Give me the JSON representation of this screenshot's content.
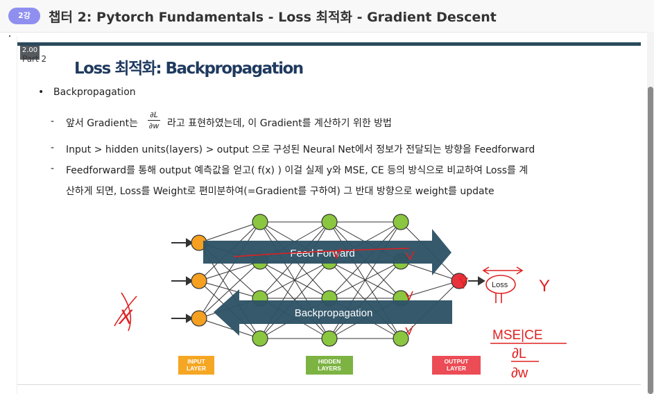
{
  "header": {
    "badge": "2강",
    "title": "챕터 2: Pytorch Fundamentals - Loss 최적화 - Gradient Descent"
  },
  "player": {
    "speed": "2.00",
    "part": "Part 2"
  },
  "slide": {
    "title": "Loss 최적화: Backpropagation",
    "bullet": "Backpropagation",
    "lines": [
      {
        "pre": "앞서 Gradient는",
        "frac_top": "∂L",
        "frac_bottom": "∂w",
        "post": "라고 표현하였는데, 이 Gradient를 계산하기 위한 방법"
      },
      {
        "text": "Input > hidden units(layers) > output 으로 구성된 Neural Net에서 정보가 전달되는 방향을 Feedforward"
      },
      {
        "text": "Feedforward를 통해 output 예측값을 얻고( f(x) ) 이걸 실제 y와 MSE, CE 등의 방식으로 비교하여 Loss를 계"
      },
      {
        "text": "산하게 되면, Loss를 Weight로 편미분하여(=Gradient를 구하여) 그 반대 방향으로 weight를 update"
      }
    ],
    "diagram": {
      "feed_forward": "Feed Forward",
      "backprop": "Backpropagation",
      "input_layer": [
        "INPUT",
        "LAYER"
      ],
      "hidden_layer": [
        "HIDDEN",
        "LAYERS"
      ],
      "output_layer": [
        "OUTPUT",
        "LAYER"
      ]
    },
    "handwriting": {
      "x": "X",
      "y_hat": "Ŷ",
      "y": "Y",
      "loss": "Loss",
      "mse_ce": "MSE|CE",
      "dl": "∂L",
      "dw": "∂w"
    }
  }
}
